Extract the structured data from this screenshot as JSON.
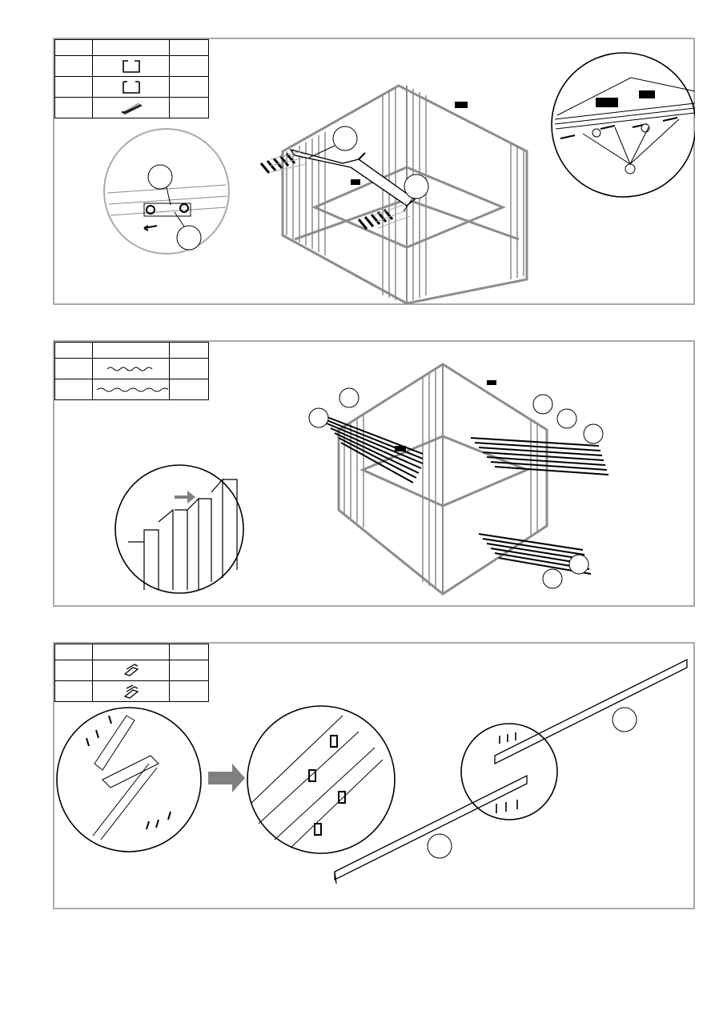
{
  "panels": [
    {
      "id": "step-a",
      "table_rows": [
        "c-channel-icon",
        "c-channel-icon",
        "bracket-icon"
      ]
    },
    {
      "id": "step-b",
      "table_rows": [
        "short-wave-strip-icon",
        "long-wave-strip-icon"
      ]
    },
    {
      "id": "step-c",
      "table_rows": [
        "joint-clip-icon",
        "joint-clip-icon"
      ]
    }
  ],
  "colors": {
    "panel_border": "#a9a9a9",
    "line": "#000000",
    "shed_gray": "#8c8c8c",
    "arrow_gray": "#808080"
  }
}
